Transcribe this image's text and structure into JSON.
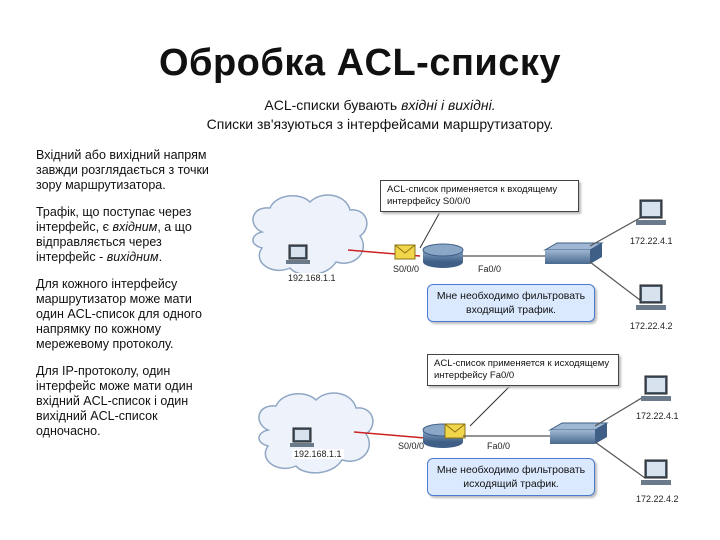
{
  "title": "Обробка ACL-списку",
  "subtitle": {
    "line1_prefix": "ACL-списки бувають ",
    "line1_italic": "вхідні і вихідні.",
    "line2": "Списки зв'язуються з інтерфейсами маршрутизатору."
  },
  "paragraphs": {
    "p1": "Вхідний або вихідний напрям завжди розглядається з точки зору маршрутизатора.",
    "p2_a": "Трафік, що поступає через інтерфейс, є ",
    "p2_b": "вхідним",
    "p2_c": ", а що відправляється через інтерфейс - ",
    "p2_d": "вихідним",
    "p2_e": ".",
    "p3": "Для кожного інтерфейсу маршрутизатор може мати один ACL-список для одного напрямку по кожному мережевому протоколу.",
    "p4": "Для IP-протоколу, один інтерфейс може мати один вхідний ACL-список і один вихідний ACL-список одночасно."
  },
  "diagram_top": {
    "callout": "ACL-список применяется к входящему интерфейсу S0/0/0",
    "note": "Мне необходимо фильтровать входящий трафик.",
    "host_left": "192.168.1.1",
    "if_serial": "S0/0/0",
    "if_fa": "Fa0/0",
    "host_right_1": "172.22.4.1",
    "host_right_2": "172.22.4.2"
  },
  "diagram_bottom": {
    "callout": "ACL-список применяется к исходящему интерфейсу Fa0/0",
    "note": "Мне необходимо фильтровать исходящий трафик.",
    "host_left": "192.168.1.1",
    "if_serial": "S0/0/0",
    "if_fa": "Fa0/0",
    "host_right_1": "172.22.4.1",
    "host_right_2": "172.22.4.2"
  },
  "colors": {
    "link_red": "#cc2222",
    "cloud": "#eef3fb",
    "callout_blue": "#dbe9ff"
  }
}
